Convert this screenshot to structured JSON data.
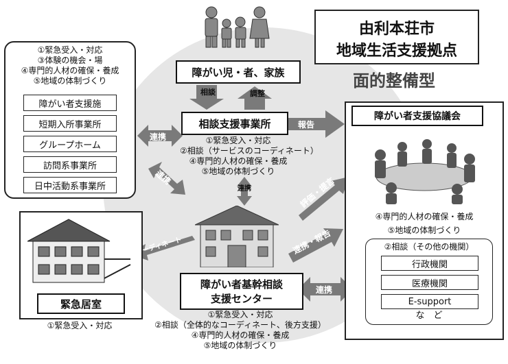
{
  "title": {
    "line1": "由利本荘市",
    "line2": "地域生活支援拠点",
    "subtitle": "面的整備型"
  },
  "family": {
    "label": "障がい児・者、家族"
  },
  "consult_office": {
    "label": "相談支援事業所",
    "roles": [
      "①緊急受入・対応",
      "②相談（サービスのコーディネート）",
      "④専門的人材の確保・養成",
      "⑤地域の体制づくり"
    ]
  },
  "left_group": {
    "roles": [
      "①緊急受入・対応",
      "③体験の機会・場",
      "④専門的人材の確保・養成",
      "⑤地域の体制づくり"
    ],
    "facilities": [
      "障がい者支援施",
      "短期入所事業所",
      "グループホーム",
      "訪問系事業所",
      "日中活動系事業所"
    ]
  },
  "council": {
    "label": "障がい者支援協議会",
    "roles": [
      "④専門的人材の確保・養成",
      "⑤地域の体制づくり"
    ]
  },
  "other_orgs": {
    "label": "②相談（その他の機関）",
    "items": [
      "行政機関",
      "医療機関",
      "E-support"
    ],
    "etc": "な　ど"
  },
  "center": {
    "label_line1": "障がい者基幹相談",
    "label_line2": "支援センター",
    "roles": [
      "①緊急受入・対応",
      "②相談（全体的なコーディネート、後方支援）",
      "④専門的人材の確保・養成",
      "⑤地域の体制づくり"
    ]
  },
  "emergency": {
    "label": "緊急居室",
    "role": "①緊急受入・対応"
  },
  "arrows": {
    "consult_down": "相談",
    "coordinate_up": "調整",
    "report": "報告",
    "cooperate_left": "連携",
    "cooperate_diag": "連携",
    "cooperate_vertical": "連携",
    "evaluation": "評価・提言",
    "cooperate_report": "連携・報告",
    "coordinate_emergency": "コーディネート",
    "cooperate_right": "連携"
  }
}
